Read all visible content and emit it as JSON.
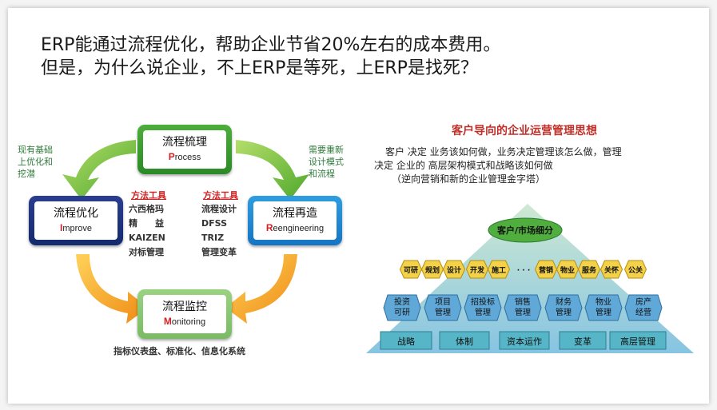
{
  "headline": {
    "line1": "ERP能通过流程优化，帮助企业节省20%左右的成本费用。",
    "line2": "但是，为什么说企业，不上ERP是等死，上ERP是找死？"
  },
  "process_diagram": {
    "top_box": {
      "zh": "流程梳理",
      "en_initial": "P",
      "en_rest": "rocess"
    },
    "left_box": {
      "zh": "流程优化",
      "en_initial": "I",
      "en_rest": "mprove"
    },
    "right_box": {
      "zh": "流程再造",
      "en_initial": "R",
      "en_rest": "eengineering"
    },
    "bottom_box": {
      "zh": "流程监控",
      "en_initial": "M",
      "en_rest": "onitoring"
    },
    "left_note": [
      "现有基础",
      "上优化和",
      "挖潜"
    ],
    "right_note": [
      "需要重新",
      "设计模式",
      "和流程"
    ],
    "tools_left": {
      "heading": "方法工具",
      "items": [
        "六西格玛",
        "精　　益",
        "KAIZEN",
        "对标管理"
      ]
    },
    "tools_right": {
      "heading": "方法工具",
      "items": [
        "流程设计",
        "DFSS",
        "TRIZ",
        "管理变革"
      ]
    },
    "bottom_note": "指标仪表盘、标准化、信息化系统",
    "colors": {
      "green": "#3a9e2e",
      "navy": "#1b3380",
      "blue": "#1f88d4",
      "light_green": "#8cc774",
      "arrow_green": "#7dc243",
      "arrow_orange": "#f39a1e"
    }
  },
  "pyramid": {
    "title": "客户导向的企业运营管理思想",
    "description": {
      "line1": "客户 决定 业务该如何做，业务决定管理该怎么做，管理",
      "line2": "决定 企业的 高层架构模式和战略该如何做",
      "line3": "（逆向营销和新的企业管理金字塔）"
    },
    "apex": "客户/市场细分",
    "row_business": [
      "可研",
      "规划",
      "设计",
      "开发",
      "施工",
      "· · ·",
      "营销",
      "物业",
      "服务",
      "关怀",
      "公关"
    ],
    "row_management": [
      [
        "投资",
        "可研"
      ],
      [
        "项目",
        "管理"
      ],
      [
        "招投标",
        "管理"
      ],
      [
        "销售",
        "管理"
      ],
      [
        "财务",
        "管理"
      ],
      [
        "物业",
        "管理"
      ],
      [
        "房产",
        "经营"
      ]
    ],
    "row_strategy": [
      "战略",
      "体制",
      "资本运作",
      "变革",
      "高层管理"
    ],
    "colors": {
      "apex": "#4fae3e",
      "business_hex": "#f3d24a",
      "management_hex": "#5fa8d8",
      "strategy_rect": "#56b6c8",
      "pyramid_top": "#b9dcc4",
      "pyramid_base": "#7fbfdd",
      "title": "#c0302a"
    }
  }
}
